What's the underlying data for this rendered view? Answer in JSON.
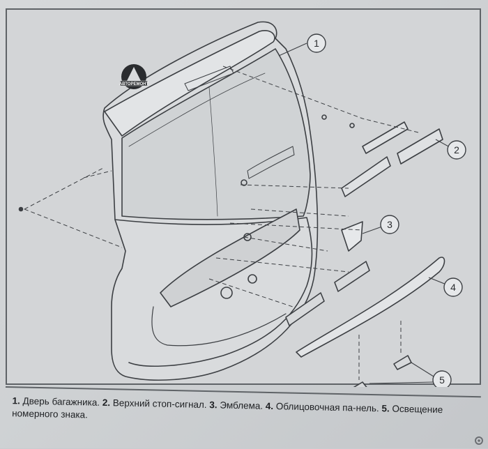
{
  "logo": {
    "text": "АВТОРЕМОНТ"
  },
  "callouts": [
    "1",
    "2",
    "3",
    "4",
    "5"
  ],
  "caption": {
    "n1": "1.",
    "t1": " Дверь багажника. ",
    "n2": "2.",
    "t2": " Верхний стоп-сигнал. ",
    "n3": "3.",
    "t3": " Эмблема. ",
    "n4": "4.",
    "t4": " Облицовочная па-нель. ",
    "n5": "5.",
    "t5": " Освещение номерного знака."
  },
  "colors": {
    "line": "#3c3f43",
    "fill": "#d3d5d7",
    "ink": "#1e2023"
  },
  "icons": [
    "logo-badge",
    "gear-icon"
  ]
}
